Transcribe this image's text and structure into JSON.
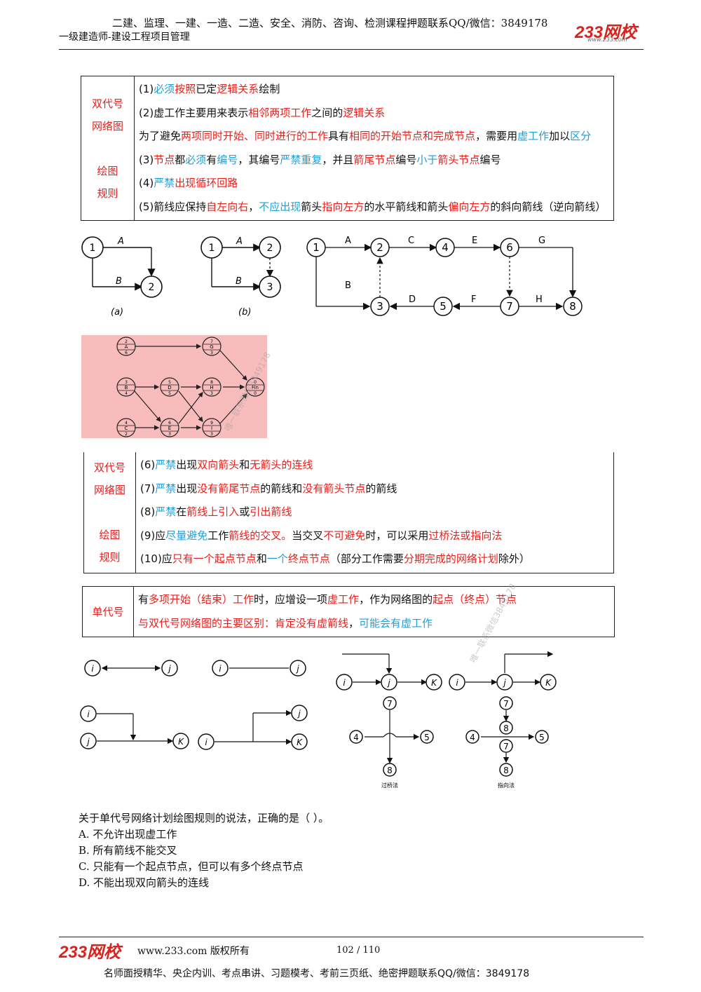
{
  "header": {
    "top_line": "二建、监理、一建、一造、二造、安全、消防、咨询、检测课程押题联系QQ/微信：3849178",
    "subtitle": "一级建造师-建设工程项目管理",
    "logo": "233网校",
    "logo_url": "www.233.com"
  },
  "table1": {
    "label_lines": [
      "双代号",
      "网络图",
      "",
      "绘图",
      "规则"
    ],
    "rows": [
      [
        {
          "t": "(1)"
        },
        {
          "t": "必须",
          "c": "b"
        },
        {
          "t": "按照",
          "c": "r"
        },
        {
          "t": "已定"
        },
        {
          "t": "逻辑关系",
          "c": "r"
        },
        {
          "t": "绘制"
        }
      ],
      [
        {
          "t": "(2)虚工作主要用来表示"
        },
        {
          "t": "相邻两项工作",
          "c": "r"
        },
        {
          "t": "之间的"
        },
        {
          "t": "逻辑关系",
          "c": "r"
        }
      ],
      [
        {
          "t": "    为了避免"
        },
        {
          "t": "两项同时开始、同时进行的工作",
          "c": "r"
        },
        {
          "t": "具有"
        },
        {
          "t": "相同的开始节点和完成节点",
          "c": "r"
        },
        {
          "t": "，需要用"
        },
        {
          "t": "虚工作",
          "c": "b"
        },
        {
          "t": "加以"
        },
        {
          "t": "区分",
          "c": "b"
        }
      ],
      [
        {
          "t": "(3)"
        },
        {
          "t": "节点",
          "c": "r"
        },
        {
          "t": "都"
        },
        {
          "t": "必须",
          "c": "b"
        },
        {
          "t": "有"
        },
        {
          "t": "编号",
          "c": "b"
        },
        {
          "t": "，其编号"
        },
        {
          "t": "严禁重复",
          "c": "b"
        },
        {
          "t": "，并且"
        },
        {
          "t": "箭尾节点",
          "c": "r"
        },
        {
          "t": "编号"
        },
        {
          "t": "小于",
          "c": "b"
        },
        {
          "t": "箭头节点",
          "c": "r"
        },
        {
          "t": "编号"
        }
      ],
      [
        {
          "t": "(4)"
        },
        {
          "t": "严禁",
          "c": "b"
        },
        {
          "t": "出现循环回路",
          "c": "r"
        }
      ],
      [
        {
          "t": "(5)箭线应保持"
        },
        {
          "t": "自左向右",
          "c": "r"
        },
        {
          "t": "，"
        },
        {
          "t": "不应出现",
          "c": "b"
        },
        {
          "t": "箭头"
        },
        {
          "t": "指向左方",
          "c": "r"
        },
        {
          "t": "的水平箭线和箭头"
        },
        {
          "t": "偏向左方",
          "c": "r"
        },
        {
          "t": "的斜向箭线（逆向箭线）"
        }
      ]
    ]
  },
  "fig1": {
    "a_nodes": [
      "1",
      "2"
    ],
    "a_labels": [
      "A",
      "B"
    ],
    "a_caption": "(a)",
    "b_nodes": [
      "1",
      "2",
      "3"
    ],
    "b_labels": [
      "A",
      "B"
    ],
    "b_caption": "(b)",
    "c_nodes": [
      "1",
      "2",
      "4",
      "6",
      "3",
      "5",
      "7",
      "8"
    ],
    "c_labels": [
      "A",
      "C",
      "E",
      "G",
      "B",
      "D",
      "F",
      "H"
    ]
  },
  "node_graph": {
    "nodes": [
      {
        "id": "A",
        "top": "2",
        "bot": "6"
      },
      {
        "id": "G",
        "top": "7",
        "bot": "3"
      },
      {
        "id": "B",
        "top": "3",
        "bot": "4"
      },
      {
        "id": "D",
        "top": "5",
        "bot": "5"
      },
      {
        "id": "H",
        "top": "8",
        "bot": "3"
      },
      {
        "id": "Fin",
        "top": "0",
        "bot": "0"
      },
      {
        "id": "C",
        "top": "4",
        "bot": "2"
      },
      {
        "id": "E",
        "top": "6",
        "bot": "3"
      },
      {
        "id": "I",
        "top": "9",
        "bot": "3"
      }
    ]
  },
  "table2": {
    "label_lines": [
      "双代号",
      "网络图",
      "",
      "绘图",
      "规则"
    ],
    "rows": [
      [
        {
          "t": "(6)"
        },
        {
          "t": "严禁",
          "c": "b"
        },
        {
          "t": "出现"
        },
        {
          "t": "双向箭头",
          "c": "r"
        },
        {
          "t": "和"
        },
        {
          "t": "无箭头的连线",
          "c": "r"
        }
      ],
      [
        {
          "t": "(7)"
        },
        {
          "t": "严禁",
          "c": "b"
        },
        {
          "t": "出现"
        },
        {
          "t": "没有箭尾节点",
          "c": "r"
        },
        {
          "t": "的箭线和"
        },
        {
          "t": "没有箭头节点",
          "c": "r"
        },
        {
          "t": "的箭线"
        }
      ],
      [
        {
          "t": "(8)"
        },
        {
          "t": "严禁",
          "c": "b"
        },
        {
          "t": "在"
        },
        {
          "t": "箭线上引入",
          "c": "r"
        },
        {
          "t": "或"
        },
        {
          "t": "引出箭线",
          "c": "r"
        }
      ],
      [
        {
          "t": "(9)应"
        },
        {
          "t": "尽量避免",
          "c": "b"
        },
        {
          "t": "工作"
        },
        {
          "t": "箭线的交叉。",
          "c": "r"
        },
        {
          "t": "当交叉"
        },
        {
          "t": "不可避免",
          "c": "r"
        },
        {
          "t": "时，可以采用"
        },
        {
          "t": "过桥法或指向法",
          "c": "r"
        }
      ],
      [
        {
          "t": "(10)应"
        },
        {
          "t": "只有一个",
          "c": "r"
        },
        {
          "t": "起点节点",
          "c": "r"
        },
        {
          "t": "和"
        },
        {
          "t": "一个",
          "c": "b"
        },
        {
          "t": "终点节点",
          "c": "r"
        },
        {
          "t": "（部分工作需要"
        },
        {
          "t": "分期完成的网络计划",
          "c": "r"
        },
        {
          "t": "除外）"
        }
      ]
    ]
  },
  "table3": {
    "label": "单代号",
    "rows": [
      [
        {
          "t": "有"
        },
        {
          "t": "多项开始（结束）工作",
          "c": "r"
        },
        {
          "t": "时，应增设一项"
        },
        {
          "t": "虚工作",
          "c": "r"
        },
        {
          "t": "，作为网络图的"
        },
        {
          "t": "起点（终点）节点",
          "c": "r"
        }
      ],
      [
        {
          "t": "与双代号网络图的主要区别：",
          "c": "r"
        },
        {
          "t": "肯定没有虚箭线",
          "c": "r"
        },
        {
          "t": "，"
        },
        {
          "t": "可能会有虚工作",
          "c": "b"
        }
      ]
    ]
  },
  "fig2": {
    "n_i": "i",
    "n_j": "j",
    "n_k": "K",
    "n4": "4",
    "n5": "5",
    "n7": "7",
    "n8": "8",
    "cap_bridge": "过桥法",
    "cap_point": "指向法"
  },
  "question": {
    "stem": "关于单代号网络计划绘图规则的说法，正确的是（     ）。",
    "options": [
      "A. 不允许出现虚工作",
      "B. 所有箭线不能交叉",
      "C. 只能有一个起点节点，但可以有多个终点节点",
      "D. 不能出现双向箭头的连线"
    ]
  },
  "footer": {
    "logo": "233网校",
    "site": "www.233.com 版权所有",
    "page": "102 / 110",
    "bottom_line": "名师面授精华、央企内训、考点串讲、习题模考、考前三页纸、绝密押题联系QQ/微信：3849178"
  },
  "watermark": "唯一联系微信3849178"
}
